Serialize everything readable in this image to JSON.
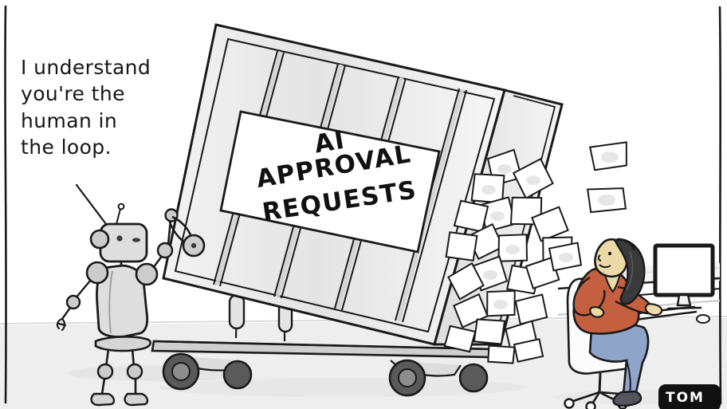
{
  "cartoon": {
    "caption": "I understand\nyou're the\nhuman in\nthe loop.",
    "sign": {
      "line1": "AI APPROVAL",
      "line2": "REQUESTS"
    },
    "signature": "TOM",
    "colors": {
      "ink": "#1a1a1a",
      "paper_white": "#ffffff",
      "crate_gray": "#e9e9e9",
      "crate_shade": "#cfcfcf",
      "floor_gray": "#ececec",
      "wheel_dark": "#5a5a5a",
      "shirt_orange": "#c4603f",
      "jeans_blue": "#8ea4c9",
      "skin_tan": "#ecd9a8",
      "hair_dark": "#3a3a3c",
      "robot_body": "#dcdcdc",
      "shoe_dark": "#55565c"
    },
    "elements": {
      "speaker": "robot",
      "listener": "woman-at-desk",
      "robot_label": "robot-speaking",
      "woman_label": "seated-woman",
      "crate_label": "tilting-crate-of-requests",
      "cart_label": "flatbed-cart",
      "papers_label": "falling-paper-stack",
      "monitor_label": "desktop-monitor",
      "keyboard_label": "keyboard",
      "mouse_label": "mouse",
      "chair_label": "office-chair",
      "desk_label": "desk"
    }
  }
}
